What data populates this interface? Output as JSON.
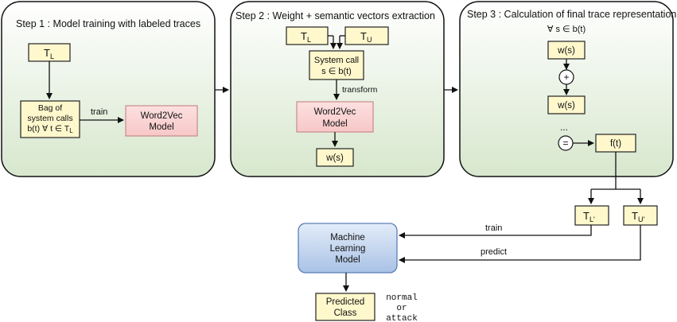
{
  "steps": {
    "step1": {
      "title": "Step 1 : Model training with labeled traces",
      "tl_main": "T",
      "tl_sub": "L",
      "bag": {
        "line1": "Bag of",
        "line2": "system calls",
        "line3_pre": "b(t) ∀ t ∈ T",
        "line3_sub": "L"
      },
      "train_label": "train",
      "w2v": {
        "line1": "Word2Vec",
        "line2": "Model"
      }
    },
    "step2": {
      "title": "Step 2 : Weight + semantic vectors extraction",
      "tl_main": "T",
      "tl_sub": "L",
      "tu_main": "T",
      "tu_sub": "U",
      "syscall": {
        "line1": "System call",
        "line2": "s ∈ b(t)"
      },
      "transform_label": "transform",
      "w2v": {
        "line1": "Word2Vec",
        "line2": "Model"
      },
      "ws": "w(s)"
    },
    "step3": {
      "title": "Step 3 : Calculation of final trace representation",
      "forall": "∀ s ∈ b(t)",
      "ws1": "w(s)",
      "plus": "+",
      "ws2": "w(s)",
      "dots": "...",
      "equals": "=",
      "ft": "f(t)"
    }
  },
  "bottom": {
    "tl_main": "T",
    "tl_sub": "L'",
    "tu_main": "T",
    "tu_sub": "U'",
    "train_label": "train",
    "predict_label": "predict",
    "ml": {
      "line1": "Machine",
      "line2": "Learning",
      "line3": "Model"
    },
    "pred": {
      "line1": "Predicted",
      "line2": "Class"
    },
    "outcomes": {
      "line1": "normal",
      "line2": "or",
      "line3": "attack"
    }
  }
}
